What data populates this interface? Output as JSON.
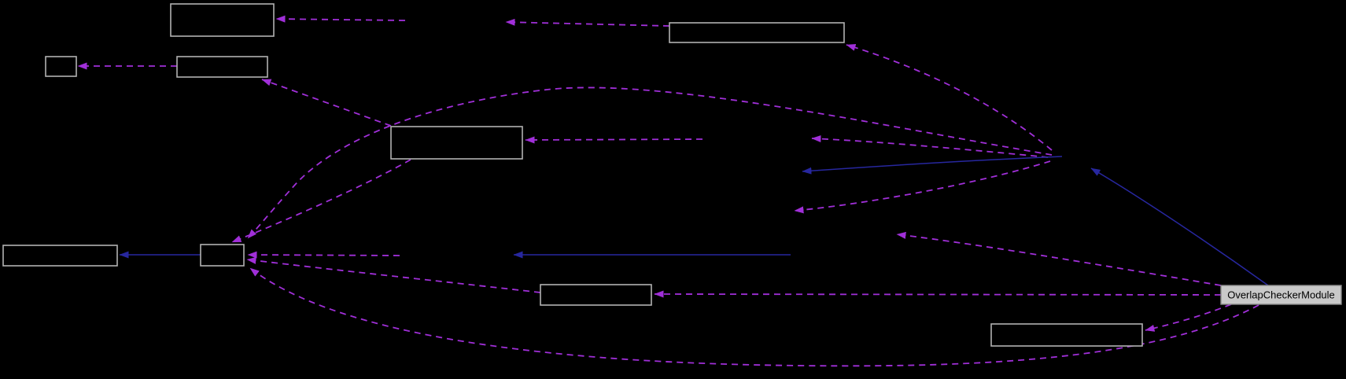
{
  "diagram": {
    "type": "collaboration-graph",
    "highlighted_node": {
      "label": "OverlapCheckerModule"
    },
    "unlabeled_node_count": 9,
    "edge_styles": {
      "dashed": "usage-dependency",
      "solid": "inheritance"
    },
    "colors": {
      "background": "#000000",
      "node_border": "#b2b2b2",
      "node_fill": "#000000",
      "highlight_fill": "#c9c9c9",
      "highlight_border": "#8a8a8a",
      "highlight_text": "#000000",
      "dashed_edge": "#a02fd8",
      "solid_edge": "#27279f"
    }
  }
}
